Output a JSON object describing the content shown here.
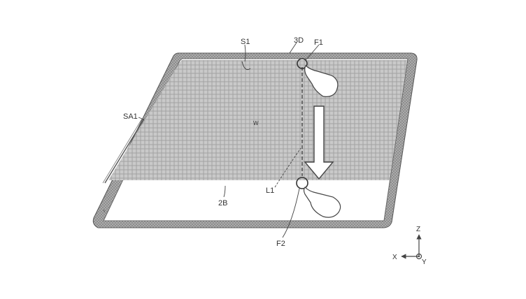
{
  "labels": {
    "s1": "S1",
    "d3": "3D",
    "f1": "F1",
    "sa1": "SA1",
    "w": "W",
    "b2": "2B",
    "l1": "L1",
    "f2": "F2"
  },
  "axes": {
    "z": "Z",
    "x": "X",
    "y": "Y"
  },
  "colors": {
    "frame_fill": "#9a9a9a",
    "grid_fill": "#bdbdbd",
    "line": "#444444"
  }
}
